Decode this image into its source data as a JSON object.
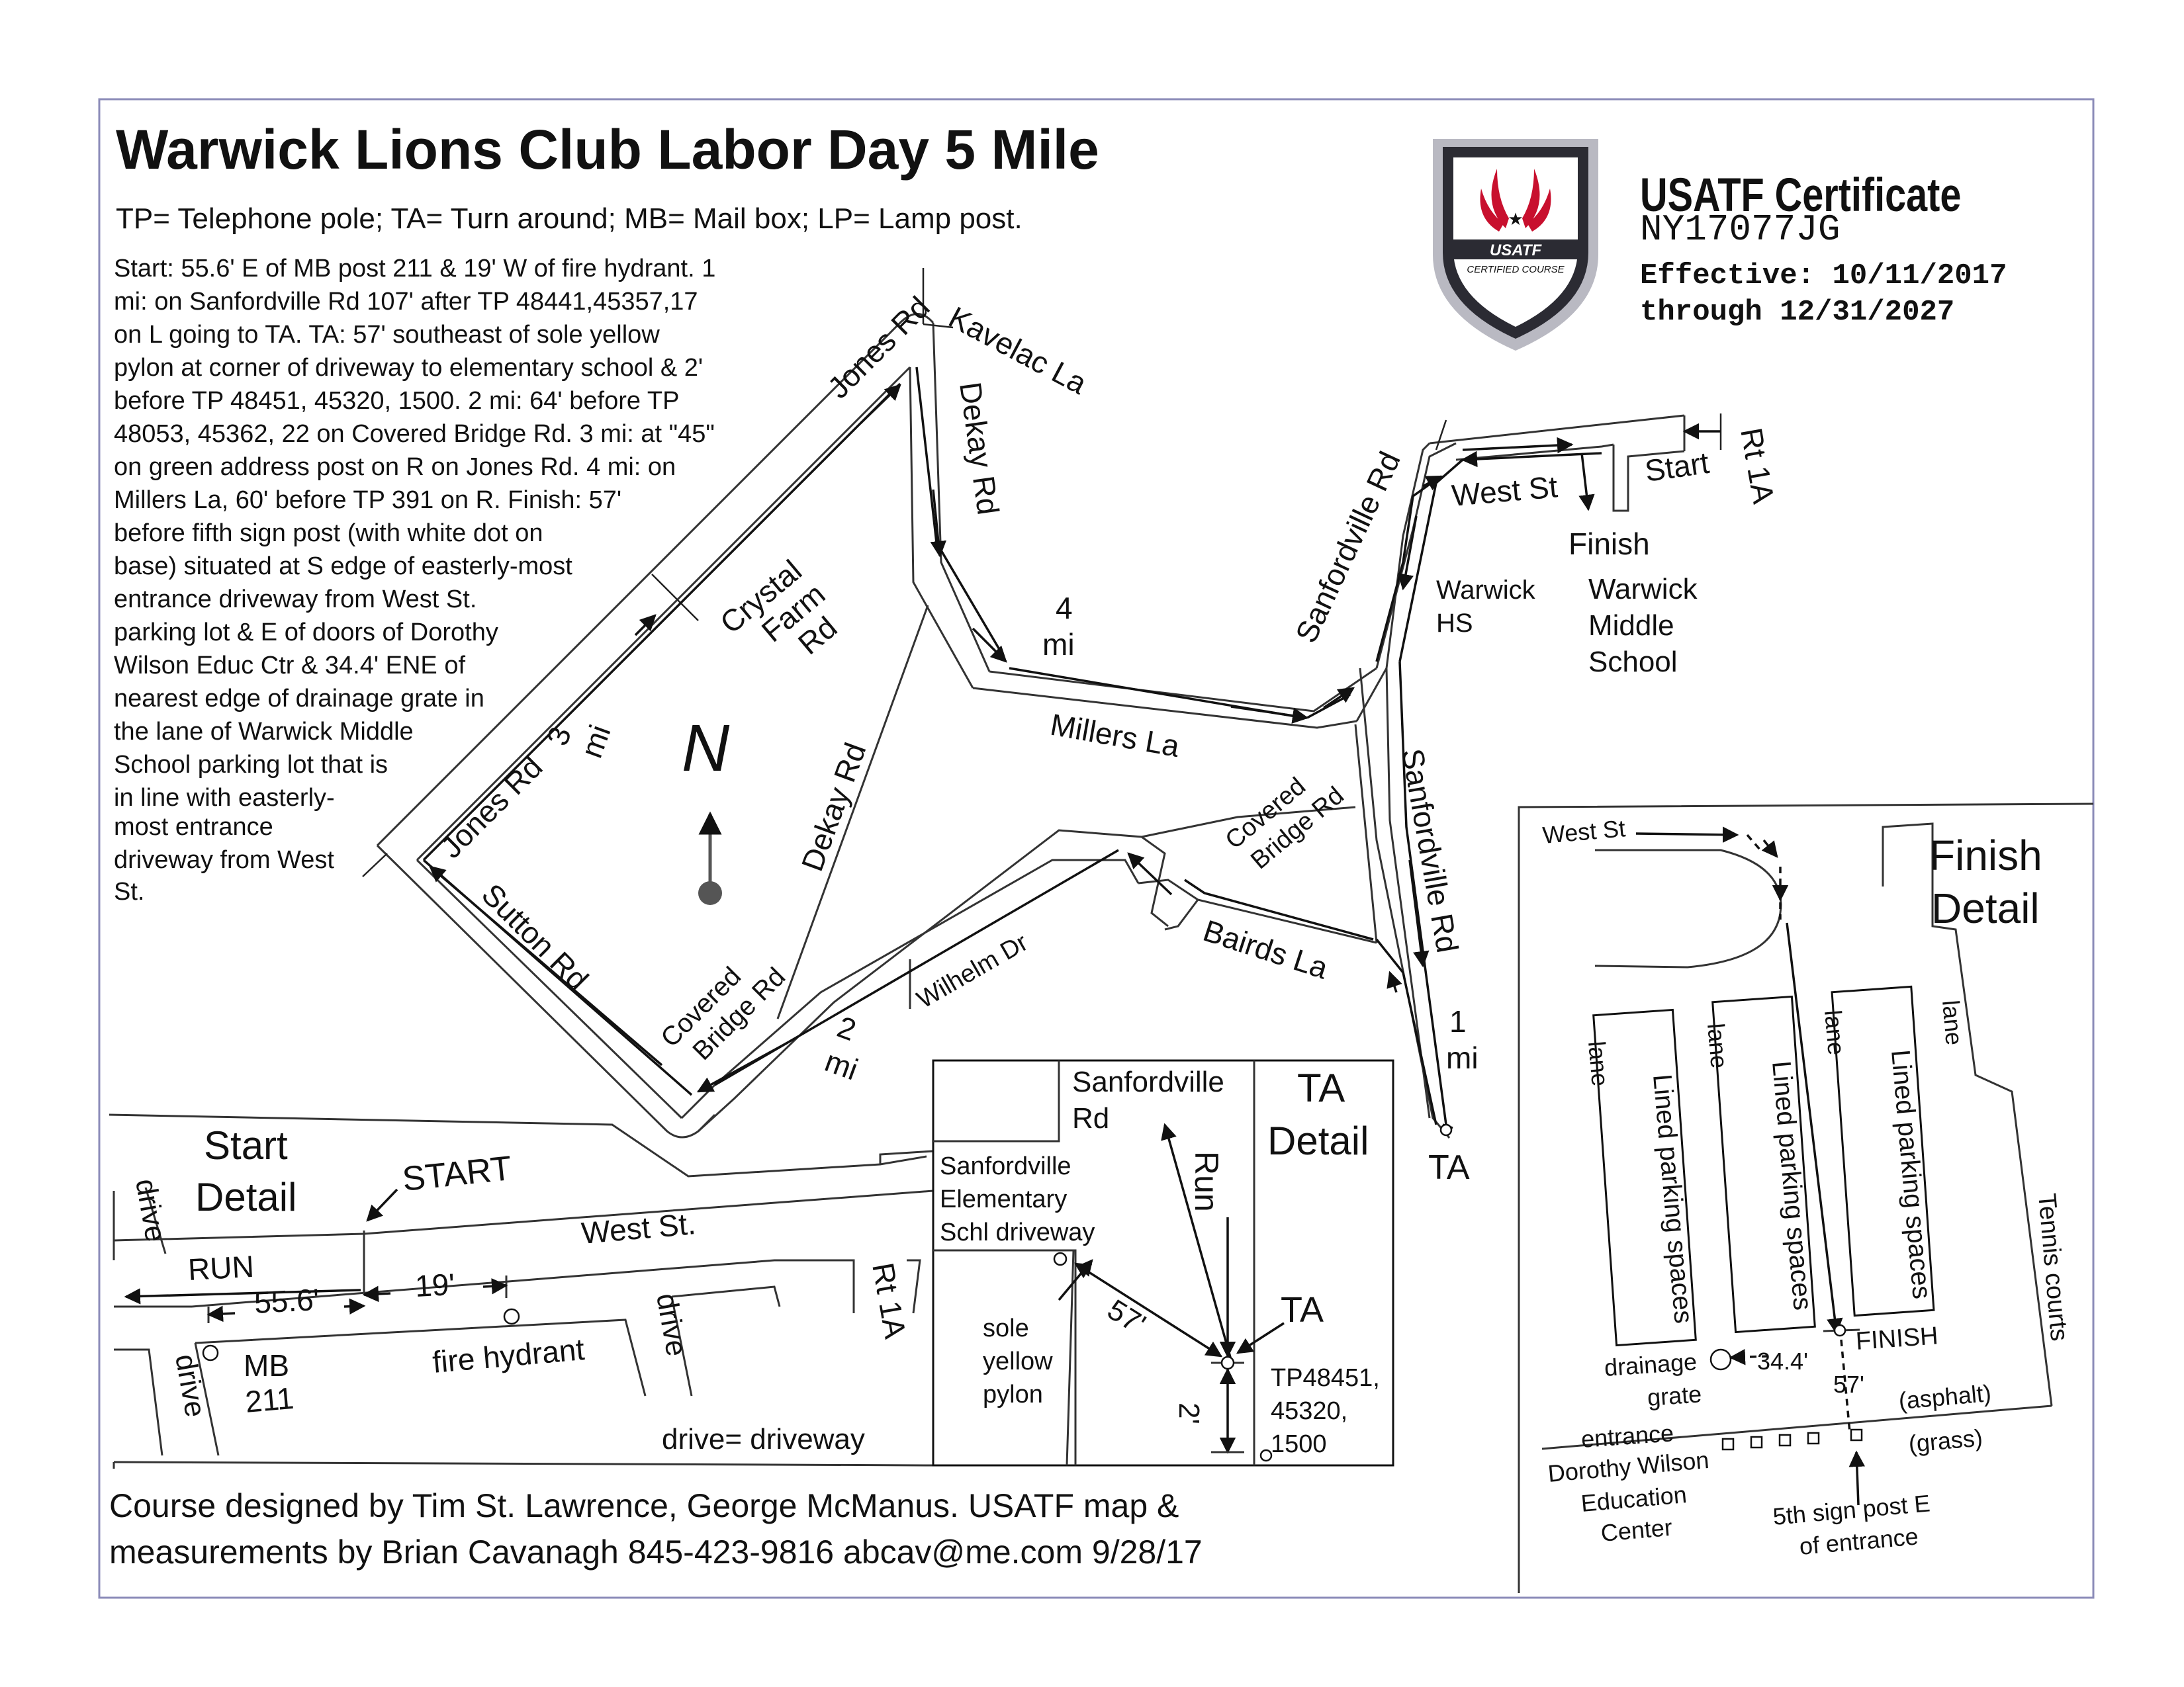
{
  "header": {
    "title": "Warwick Lions Club Labor Day 5 Mile",
    "legend": "TP= Telephone pole; TA= Turn around; MB= Mail box; LP= Lamp post.",
    "description": [
      "Start: 55.6' E of MB post 211 & 19' W of fire hydrant. 1",
      "mi: on Sanfordville Rd 107' after TP 48441,45357,17",
      "on L going to TA. TA: 57' southeast of sole yellow",
      "pylon at corner of driveway to elementary school &  2'",
      "before TP 48451, 45320, 1500.  2 mi: 64' before TP",
      "48053, 45362, 22 on Covered Bridge Rd. 3 mi: at \"45\"",
      "on green address post on R on Jones  Rd. 4 mi: on",
      "Millers La, 60' before TP 391 on R. Finish: 57'",
      "before fifth sign post (with white dot on",
      "base) situated at S edge of easterly-most",
      "entrance driveway from West St.",
      "parking lot & E of doors of Dorothy",
      "Wilson Educ Ctr & 34.4' ENE of",
      "nearest edge of drainage grate in",
      "the lane of Warwick Middle",
      "School parking lot that is",
      "in line with easterly-",
      "most entrance",
      "driveway from West",
      "St."
    ]
  },
  "certificate": {
    "badge_brand": "USATF",
    "badge_sub": "CERTIFIED COURSE",
    "heading": "USATF Certificate",
    "number": "NY17077JG",
    "effective": "Effective: 10/11/2017",
    "through": "through 12/31/2027",
    "colors": {
      "shield_red": "#c8102e",
      "shield_dark": "#2b2b33",
      "shield_edge": "#b9b9c2"
    }
  },
  "map": {
    "roads": {
      "jones_rd_top": "Jones Rd",
      "kavelac_la": "Kavelac La",
      "dekay_rd_north": "Dekay Rd",
      "crystal_farm_rd": [
        "Crystal",
        "Farm",
        "Rd"
      ],
      "jones_rd_west": "Jones Rd",
      "sutton_rd": "Sutton Rd",
      "dekay_rd_diag": "Dekay Rd",
      "covered_bridge_rd_sw": [
        "Covered",
        "Bridge Rd"
      ],
      "wilhelm_dr": "Wilhelm Dr",
      "millers_la": "Millers La",
      "covered_bridge_rd_e": [
        "Covered",
        "Bridge Rd"
      ],
      "bairds_la": "Bairds La",
      "sanfordville_rd_north": "Sanfordville Rd",
      "sanfordville_rd_south": "Sanfordville Rd",
      "west_st": "West St",
      "rt_1a": "Rt 1A"
    },
    "miles": {
      "mile1": [
        "1",
        "mi"
      ],
      "mile2": [
        "2",
        "mi"
      ],
      "mile3": [
        "3",
        "mi"
      ],
      "mile4": [
        "4",
        "mi"
      ]
    },
    "places": {
      "start": "Start",
      "finish": "Finish",
      "warwick_hs": [
        "Warwick",
        "HS"
      ],
      "warwick_middle": [
        "Warwick",
        "Middle",
        "School"
      ],
      "ta": "TA"
    },
    "north_symbol": "N"
  },
  "start_detail": {
    "title": [
      "Start",
      "Detail"
    ],
    "start_label": "START",
    "west_st": "West St.",
    "run": "RUN",
    "dist_1": "55.6'",
    "dist_2": "19'",
    "mb": [
      "MB",
      "211"
    ],
    "fire_hydrant": "fire hydrant",
    "drive_1": "drive",
    "drive_2": "drive",
    "drive_3": "drive",
    "rt_1a": "Rt 1A",
    "drive_note": "drive= driveway"
  },
  "ta_detail": {
    "title": [
      "TA",
      "Detail"
    ],
    "sanfordville_rd": [
      "Sanfordville",
      "Rd"
    ],
    "school_driveway": [
      "Sanfordville",
      "Elementary",
      "Schl driveway"
    ],
    "run": "Run",
    "ta": "TA",
    "dist_57": "57'",
    "dist_2": "2'",
    "pylon": [
      "sole",
      "yellow",
      "pylon"
    ],
    "tp": [
      "TP48451,",
      "45320,",
      "1500"
    ]
  },
  "finish_detail": {
    "title": [
      "Finish",
      "Detail"
    ],
    "west_st": "West St",
    "lane": "lane",
    "parking": "Lined parking spaces",
    "tennis": "Tennis courts",
    "finish": "FINISH",
    "dist_344": "34.4'",
    "dist_57": "57'",
    "drainage": [
      "drainage",
      "grate"
    ],
    "asphalt": "(asphalt)",
    "grass": "(grass)",
    "entrance": "entrance",
    "dwec": [
      "Dorothy Wilson",
      "Education",
      "Center"
    ],
    "sign_post": [
      "5th sign post E",
      "of entrance"
    ]
  },
  "footer": {
    "line1": "Course designed by Tim St. Lawrence, George McManus. USATF map &",
    "line2": "measurements by Brian Cavanagh 845-423-9816 abcav@me.com 9/28/17"
  }
}
